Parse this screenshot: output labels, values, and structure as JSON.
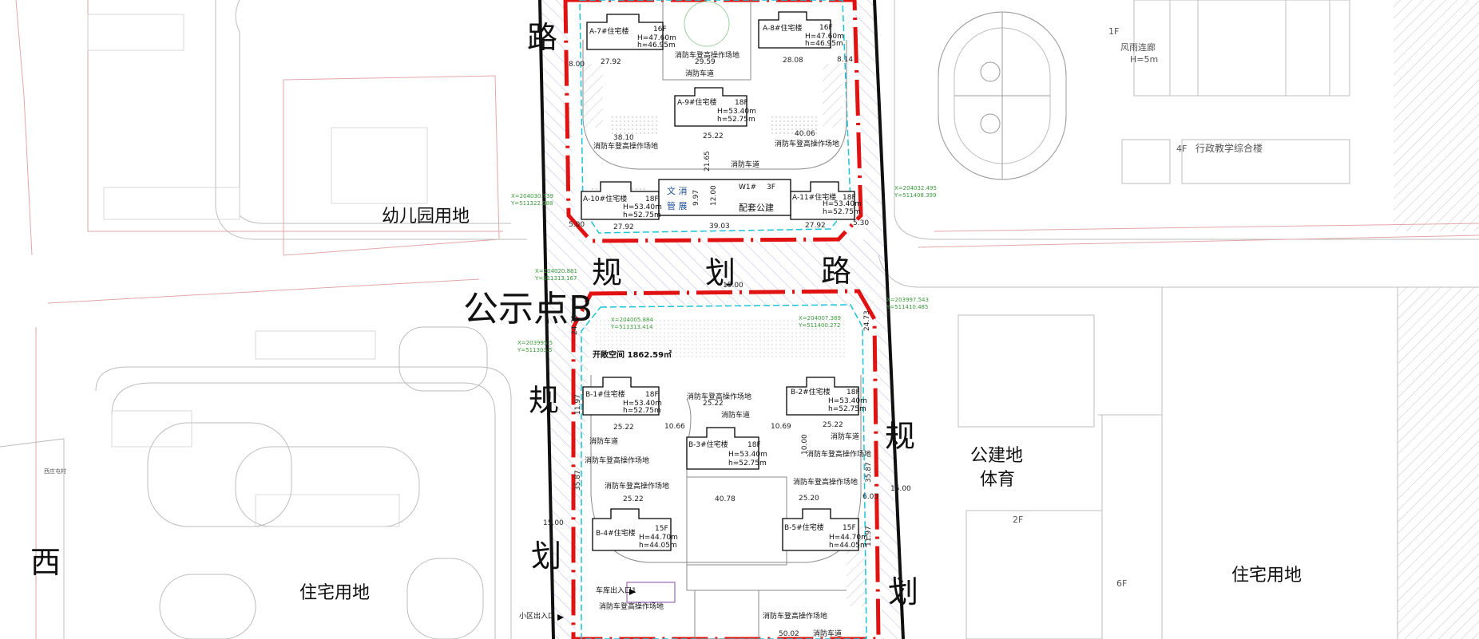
{
  "map": {
    "notice_point": "公示点B",
    "road_chars": {
      "lu_top": "路",
      "gui_1": "规",
      "hua_1": "划",
      "lu_mid": "路",
      "gui_left": "规",
      "hua_left": "划",
      "gui_right": "规",
      "hua_right": "划",
      "xi": "西"
    },
    "land_use": {
      "kindergarten": "幼儿园用地",
      "residential_left": "住宅用地",
      "public_sports_1": "公建地",
      "public_sports_2": "体育",
      "residential_right": "住宅用地"
    },
    "buildings": [
      {
        "id": "A-7#住宅楼",
        "floors": "16F",
        "h1": "H=47.60m",
        "h2": "h=46.95m"
      },
      {
        "id": "A-8#住宅楼",
        "floors": "16F",
        "h1": "H=47.60m",
        "h2": "h=46.95m"
      },
      {
        "id": "A-9#住宅楼",
        "floors": "18F",
        "h1": "H=53.40m",
        "h2": "h=52.75m"
      },
      {
        "id": "A-10#住宅楼",
        "floors": "18F",
        "h1": "H=53.40m",
        "h2": "h=52.75m"
      },
      {
        "id": "A-11#住宅楼",
        "floors": "18F",
        "h1": "H=53.40m",
        "h2": "h=52.75m"
      },
      {
        "id": "B-1#住宅楼",
        "floors": "18F",
        "h1": "H=53.40m",
        "h2": "h=52.75m"
      },
      {
        "id": "B-2#住宅楼",
        "floors": "18F",
        "h1": "H=53.40m",
        "h2": "h=52.75m"
      },
      {
        "id": "B-3#住宅楼",
        "floors": "18F",
        "h1": "H=53.40m",
        "h2": "h=52.75m"
      },
      {
        "id": "B-4#住宅楼",
        "floors": "15F",
        "h1": "H=44.70m",
        "h2": "h=44.05m"
      },
      {
        "id": "B-5#住宅楼",
        "floors": "15F",
        "h1": "H=44.70m",
        "h2": "h=44.05m"
      }
    ],
    "public_building": {
      "id": "W1#",
      "floors": "3F",
      "name": "配套公建",
      "tag1": "文 消",
      "tag2": "管 展"
    },
    "labels": {
      "fire_platform": "消防车登高操作场地",
      "fire_lane": "消防车道",
      "open_space": "开敞空间 1862.59㎡",
      "garage_entry": "车库出入口1",
      "community_entry": "小区出入口",
      "covered_walk": "风雨连廊",
      "covered_walk_h": "H=5m",
      "admin_building": "行政教学综合楼",
      "floor_4f": "4F",
      "floor_1f": "1F",
      "floor_2f": "2F",
      "floor_6f": "6F",
      "village": "西庄屯村"
    },
    "dimensions": {
      "d2792a": "27.92",
      "d2959": "29.59",
      "d2808": "28.08",
      "d800": "8.00",
      "d814": "8.14",
      "d3810": "38.10",
      "d2522a": "25.22",
      "d4006": "40.06",
      "d2165": "21.65",
      "d500": "5.00",
      "d2792b": "27.92",
      "d3903": "39.03",
      "d2792c": "27.92",
      "d530": "5.30",
      "d1500": "15.00",
      "d2473a": "24.73",
      "d2473b": "24.73",
      "d2522b": "25.22",
      "d2522c": "25.22",
      "d2522d": "25.22",
      "d1066": "10.66",
      "d1069": "10.69",
      "d4078": "40.78",
      "d2520": "25.20",
      "d3587a": "35.87",
      "d3587b": "35.87",
      "d1197a": "11.97",
      "d1197b": "11.97",
      "d603": "6.03",
      "d5002": "50.02",
      "d1000": "10.00",
      "d2522e": "25.22",
      "d997": "9.97",
      "d1200": "12.00"
    },
    "coords": {
      "c1": "X=204030.739",
      "c1y": "Y=511322.988",
      "c2": "X=204020.881",
      "c2y": "Y=511313.167",
      "c3": "X=204005.884",
      "c3y": "Y=511313.414",
      "c4": "X=204007.389",
      "c4y": "Y=511400.272",
      "c5": "X=203997.543",
      "c5y": "Y=511410.485",
      "c6": "X=204032.495",
      "c6y": "Y=511408.399",
      "c7": "X=203995.5",
      "c7y": "Y=511303.5"
    },
    "colors": {
      "boundary_red": "#e11212",
      "setback_cyan": "#19c4d6",
      "road_line": "#101010",
      "site_line": "#e8a0a0"
    }
  }
}
